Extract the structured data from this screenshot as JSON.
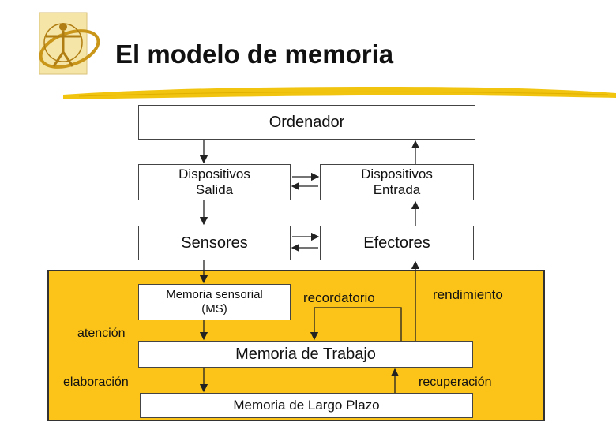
{
  "title": "El modelo de memoria",
  "boxes": {
    "ordenador": "Ordenador",
    "disp_salida": "Dispositivos Salida",
    "disp_entrada": "Dispositivos Entrada",
    "sensores": "Sensores",
    "efectores": "Efectores",
    "memoria_sensorial": "Memoria sensorial (MS)",
    "memoria_trabajo": "Memoria de Trabajo",
    "memoria_largo_plazo": "Memoria de Largo Plazo"
  },
  "labels": {
    "recordatorio": "recordatorio",
    "rendimiento": "rendimiento",
    "atencion": "atención",
    "elaboracion": "elaboración",
    "recuperacion": "recuperación"
  },
  "colors": {
    "panel": "#fcc419",
    "logo_bg": "#f5e6a8",
    "accent_stroke": "#f1c40f"
  },
  "icons": {
    "logo": "vitruvian-man-icon"
  }
}
